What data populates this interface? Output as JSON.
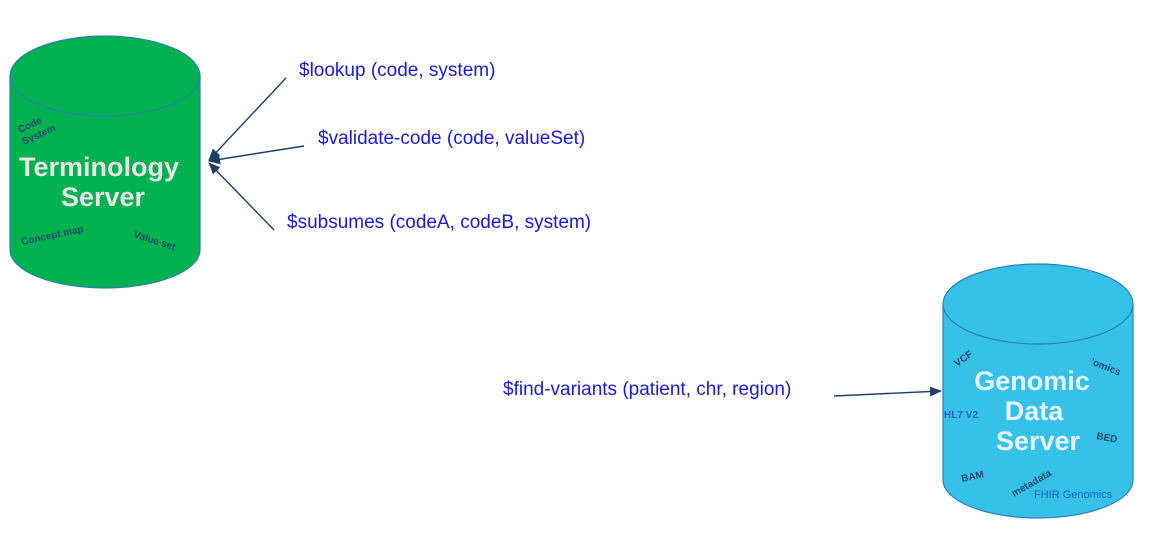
{
  "colors": {
    "terminology_server": "#00b14f",
    "genomic_server": "#36c2e8",
    "operation_text": "#1a1adb",
    "arrow": "#1f3f66"
  },
  "terminology_server": {
    "title_line1": "Terminology",
    "title_line2": "Server",
    "tags": {
      "code_system_1": "Code",
      "code_system_2": "System",
      "concept_map": "Concept map",
      "value_set": "Value set"
    }
  },
  "genomic_server": {
    "title_line1": "Genomic",
    "title_line2": "Data",
    "title_line3": "Server",
    "tags": {
      "vcf": "VCF",
      "omics": "'omics",
      "hl7v2": "HL7 V2",
      "bed": "BED",
      "bam": "BAM",
      "metadata": "metadata",
      "fhir_genomics": "FHIR Genomics"
    }
  },
  "operations": {
    "lookup": "$lookup (code, system)",
    "validate_code": "$validate-code (code, valueSet)",
    "subsumes": "$subsumes (codeA, codeB, system)",
    "find_variants": "$find-variants (patient, chr, region)"
  }
}
